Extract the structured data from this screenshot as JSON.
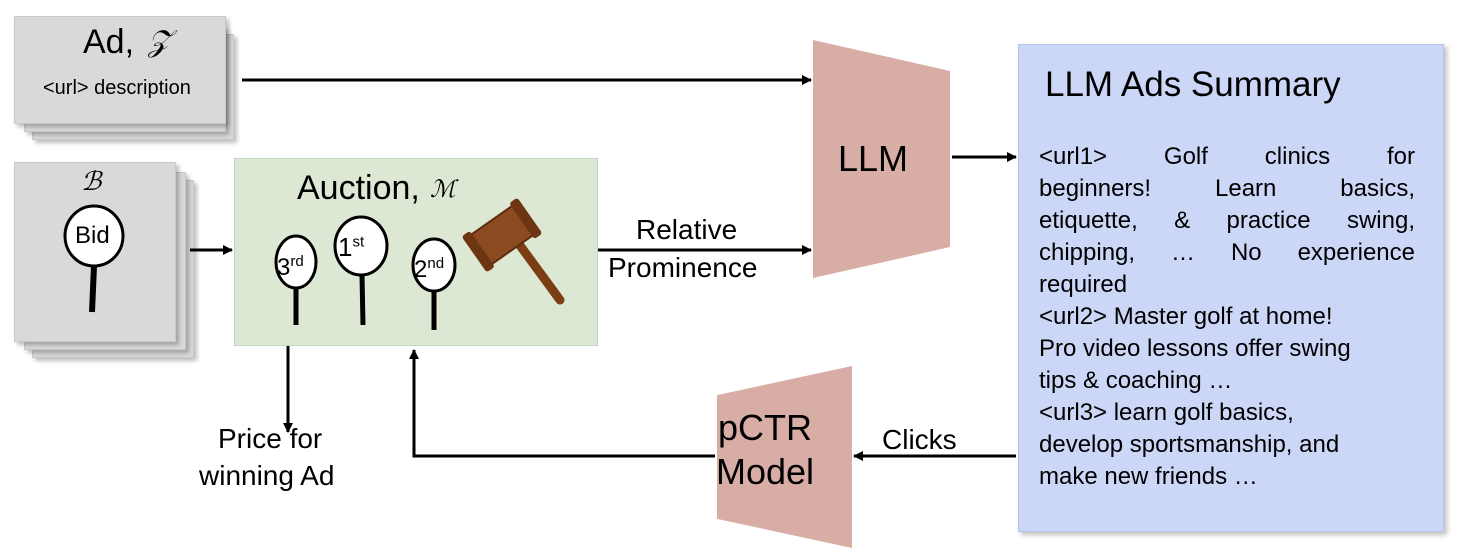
{
  "ad_box": {
    "title": "Ad,",
    "symbol": "𝒵",
    "subtitle": "<url> description"
  },
  "bid_box": {
    "symbol": "ℬ",
    "bid_label": "Bid"
  },
  "auction_box": {
    "title": "Auction,",
    "symbol": "ℳ",
    "ranks": [
      {
        "num": "3",
        "sup": "rd"
      },
      {
        "num": "1",
        "sup": "st"
      },
      {
        "num": "2",
        "sup": "nd"
      }
    ]
  },
  "edges": {
    "relative_line1": "Relative",
    "relative_line2": "Prominence",
    "price_line1": "Price for",
    "price_line2": "winning Ad",
    "clicks": "Clicks"
  },
  "llm": {
    "label": "LLM"
  },
  "pctr": {
    "line1": "pCTR",
    "line2": "Model"
  },
  "summary": {
    "title": "LLM Ads Summary",
    "lines_justified": [
      "<url1> Golf clinics for",
      "beginners! Learn basics,",
      "etiquette, & practice swing,",
      "chipping, … No experience"
    ],
    "lines_plain": [
      "required",
      "<url2> Master golf at home!",
      "Pro video lessons offer swing",
      "tips & coaching …",
      "<url3> learn golf basics,",
      "develop sportsmanship, and",
      "make new friends …"
    ]
  },
  "colors": {
    "card_gray": "#d9d9d9",
    "auction_green": "#dce8d3",
    "trapezoid_pink": "#d8ada6",
    "summary_blue": "#ccd7f7",
    "gavel_brown": "#8b4a1f"
  }
}
